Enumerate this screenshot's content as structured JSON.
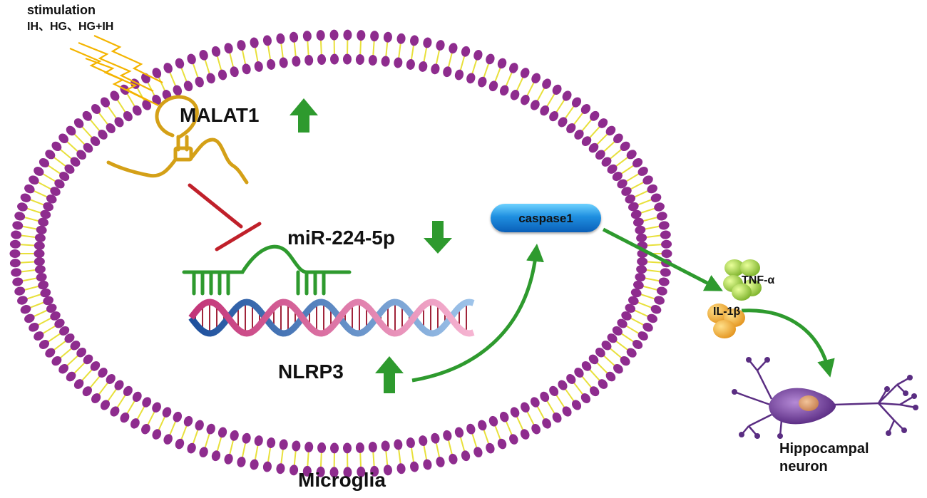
{
  "stimulation": {
    "title": "stimulation",
    "conditions": "IH、HG、HG+IH"
  },
  "molecules": {
    "malat1": {
      "label": "MALAT1",
      "trend": "up",
      "trend_color": "#2e9a2e"
    },
    "mir": {
      "label": "miR-224-5p",
      "trend": "down",
      "trend_color": "#2e9a2e"
    },
    "nlrp3": {
      "label": "NLRP3",
      "trend": "up",
      "trend_color": "#2e9a2e"
    }
  },
  "caspase": {
    "label": "caspase1",
    "color": "#1f8fe0"
  },
  "cytokines": {
    "tnf": {
      "label": "TNF-α",
      "color": "#9acd32"
    },
    "il1b": {
      "label": "IL-1β",
      "color": "#f0a020"
    }
  },
  "neuron": {
    "label": "Hippocampal neuron",
    "color": "#7b3fa0"
  },
  "cell": {
    "label": "Microglia",
    "membrane_color": "#8e2c8e",
    "lipid_tail_color": "#e8e03a"
  },
  "colors": {
    "arrow": "#2e9a2e",
    "inhibition": "#c0202a",
    "lncrna": "#d4a017",
    "mirna": "#2e9a2e",
    "lightning": "#f4b400"
  }
}
